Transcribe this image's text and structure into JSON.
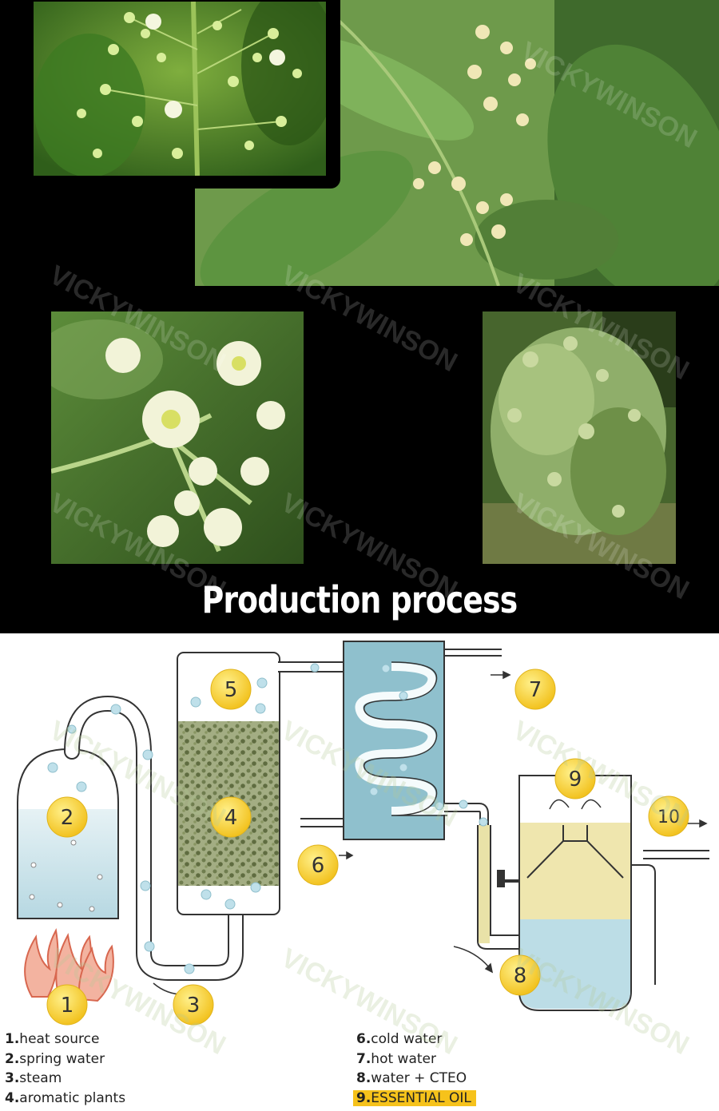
{
  "section_title": "Production process",
  "watermark": "VICKYWINSON",
  "photos": [
    {
      "name": "camphor-flower-buds-photo"
    },
    {
      "name": "camphor-branch-blossoms-photo"
    },
    {
      "name": "camphor-flower-closeup-photo"
    },
    {
      "name": "camphor-tree-photo"
    }
  ],
  "diagram": {
    "markers": [
      "1",
      "2",
      "3",
      "4",
      "5",
      "6",
      "7",
      "8",
      "9",
      "10"
    ]
  },
  "legend": {
    "left": [
      {
        "num": "1.",
        "label": "heat source"
      },
      {
        "num": "2.",
        "label": "spring water"
      },
      {
        "num": "3.",
        "label": "steam"
      },
      {
        "num": "4.",
        "label": "aromatic plants"
      }
    ],
    "right": [
      {
        "num": "6.",
        "label": "cold water"
      },
      {
        "num": "7.",
        "label": "hot water"
      },
      {
        "num": "8.",
        "label": "water + CTEO"
      },
      {
        "num": "9.",
        "label": "ESSENTIAL OIL"
      }
    ]
  },
  "colors": {
    "marker_fill": "#f7d23c",
    "water": "#bcdde6",
    "oil": "#efe6ae",
    "plant_bed": "#8e9a70"
  }
}
